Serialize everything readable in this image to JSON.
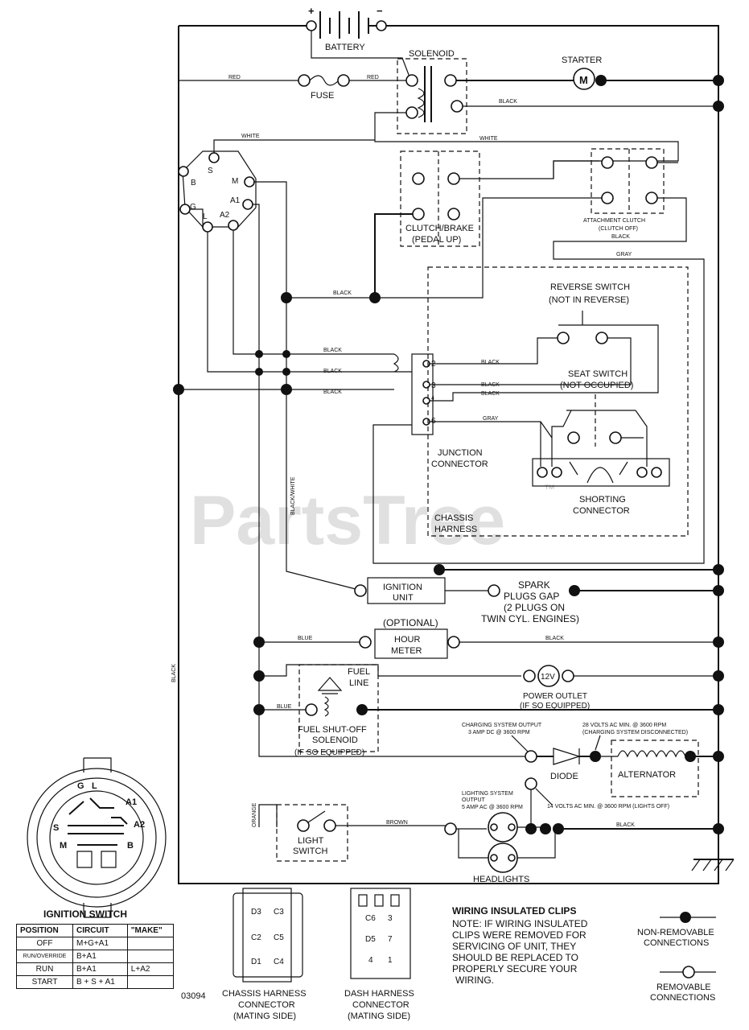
{
  "watermark": {
    "brand": "PartsTree",
    "tm": "™"
  },
  "labels": {
    "battery": "BATTERY",
    "battery_plus": "+",
    "battery_minus": "−",
    "solenoid": "SOLENOID",
    "starter": "STARTER",
    "starter_m": "M",
    "fuse": "FUSE",
    "red1": "RED",
    "red2": "RED",
    "black_starter": "BLACK",
    "white_top": "WHITE",
    "white_2": "WHITE",
    "clutch_brake_1": "CLUTCH/BRAKE",
    "clutch_brake_2": "(PEDAL UP)",
    "attach_clutch_1": "ATTACHMENT CLUTCH",
    "attach_clutch_2": "(CLUTCH OFF)",
    "black_attach": "BLACK",
    "gray_1": "GRAY",
    "black_left": "BLACK",
    "reverse_1": "REVERSE SWITCH",
    "reverse_2": "(NOT IN REVERSE)",
    "black_a": "BLACK",
    "black_b": "BLACK",
    "black_c": "BLACK",
    "black_d": "BLACK",
    "black_e": "BLACK",
    "black_f": "BLACK",
    "gray_2": "GRAY",
    "seat_1": "SEAT SWITCH",
    "seat_2": "(NOT OCCUPIED)",
    "junction_1": "JUNCTION",
    "junction_2": "CONNECTOR",
    "shorting_1": "SHORTING",
    "shorting_2": "CONNECTOR",
    "chassis_h_1": "CHASSIS",
    "chassis_h_2": "HARNESS",
    "black_white": "BLACK/WHITE",
    "pin_2": "2",
    "pin_3": "3",
    "pin_4": "4",
    "pin_6": "6",
    "ign_unit_1": "IGNITION",
    "ign_unit_2": "UNIT",
    "spark_1": "SPARK",
    "spark_2": "PLUGS GAP",
    "spark_3": "(2 PLUGS ON",
    "spark_4": "TWIN CYL. ENGINES)",
    "optional": "(OPTIONAL)",
    "hour_1": "HOUR",
    "hour_2": "METER",
    "blue_1": "BLUE",
    "black_hour": "BLACK",
    "fuel_line_1": "FUEL",
    "fuel_line_2": "LINE",
    "volt_12": "12V",
    "power_outlet_1": "POWER OUTLET",
    "power_outlet_2": "(IF SO EQUIPPED)",
    "blue_2": "BLUE",
    "fuel_sol_1": "FUEL SHUT-OFF",
    "fuel_sol_2": "SOLENOID",
    "fuel_sol_3": "(IF SO EQUIPPED)",
    "black_vert": "BLACK",
    "charging_1": "CHARGING SYSTEM OUTPUT",
    "charging_2": "3 AMP DC @ 3600 RPM",
    "charging_3": "28 VOLTS AC MIN. @ 3600 RPM",
    "charging_4": "(CHARGING SYSTEM DISCONNECTED)",
    "diode": "DIODE",
    "alternator": "ALTERNATOR",
    "lighting_1": "LIGHTING SYSTEM",
    "lighting_2": "OUTPUT",
    "lighting_3": "5 AMP AC @ 3600 RPM",
    "lighting_4": "14 VOLTS AC MIN. @ 3600 RPM (LIGHTS OFF)",
    "orange": "ORANGE",
    "brown": "BROWN",
    "black_lights": "BLACK",
    "light_sw_1": "LIGHT",
    "light_sw_2": "SWITCH",
    "headlights": "HEADLIGHTS",
    "ign_switch": "IGNITION SWITCH",
    "code": "03094",
    "chassis_conn_1": "CHASSIS HARNESS",
    "chassis_conn_2": "CONNECTOR",
    "chassis_conn_3": "(MATING SIDE)",
    "dash_conn_1": "DASH HARNESS",
    "dash_conn_2": "CONNECTOR",
    "dash_conn_3": "(MATING SIDE)",
    "clips_title": "WIRING INSULATED CLIPS",
    "clips_1": "NOTE: IF WIRING INSULATED",
    "clips_2": "CLIPS WERE REMOVED FOR",
    "clips_3": "SERVICING OF UNIT, THEY",
    "clips_4": "SHOULD BE REPLACED TO",
    "clips_5": "PROPERLY SECURE YOUR",
    "clips_6": "WIRING.",
    "nonrem_1": "NON-REMOVABLE",
    "nonrem_2": "CONNECTIONS",
    "rem_1": "REMOVABLE",
    "rem_2": "CONNECTIONS"
  },
  "ign_terminals": {
    "b": "B",
    "s": "S",
    "m": "M",
    "a1": "A1",
    "g": "G",
    "l": "L",
    "a2": "A2"
  },
  "ign_face": {
    "g": "G",
    "l": "L",
    "a1": "A1",
    "s": "S",
    "a2": "A2",
    "m": "M",
    "b": "B"
  },
  "ign_table": {
    "headers": [
      "POSITION",
      "CIRCUIT",
      "\"MAKE\""
    ],
    "rows": [
      [
        "OFF",
        "M+G+A1",
        ""
      ],
      [
        "RUN/OVERRIDE",
        "B+A1",
        ""
      ],
      [
        "RUN",
        "B+A1",
        "L+A2"
      ],
      [
        "START",
        "B + S + A1",
        ""
      ]
    ]
  },
  "chassis_pins": {
    "d3": "D3",
    "c3": "C3",
    "c2": "C2",
    "c5": "C5",
    "d1": "D1",
    "c4": "C4"
  },
  "dash_pins": {
    "c6": "C6",
    "c3": "3",
    "d5": "D5",
    "c7": "7",
    "c4": "4",
    "c1": "1"
  }
}
